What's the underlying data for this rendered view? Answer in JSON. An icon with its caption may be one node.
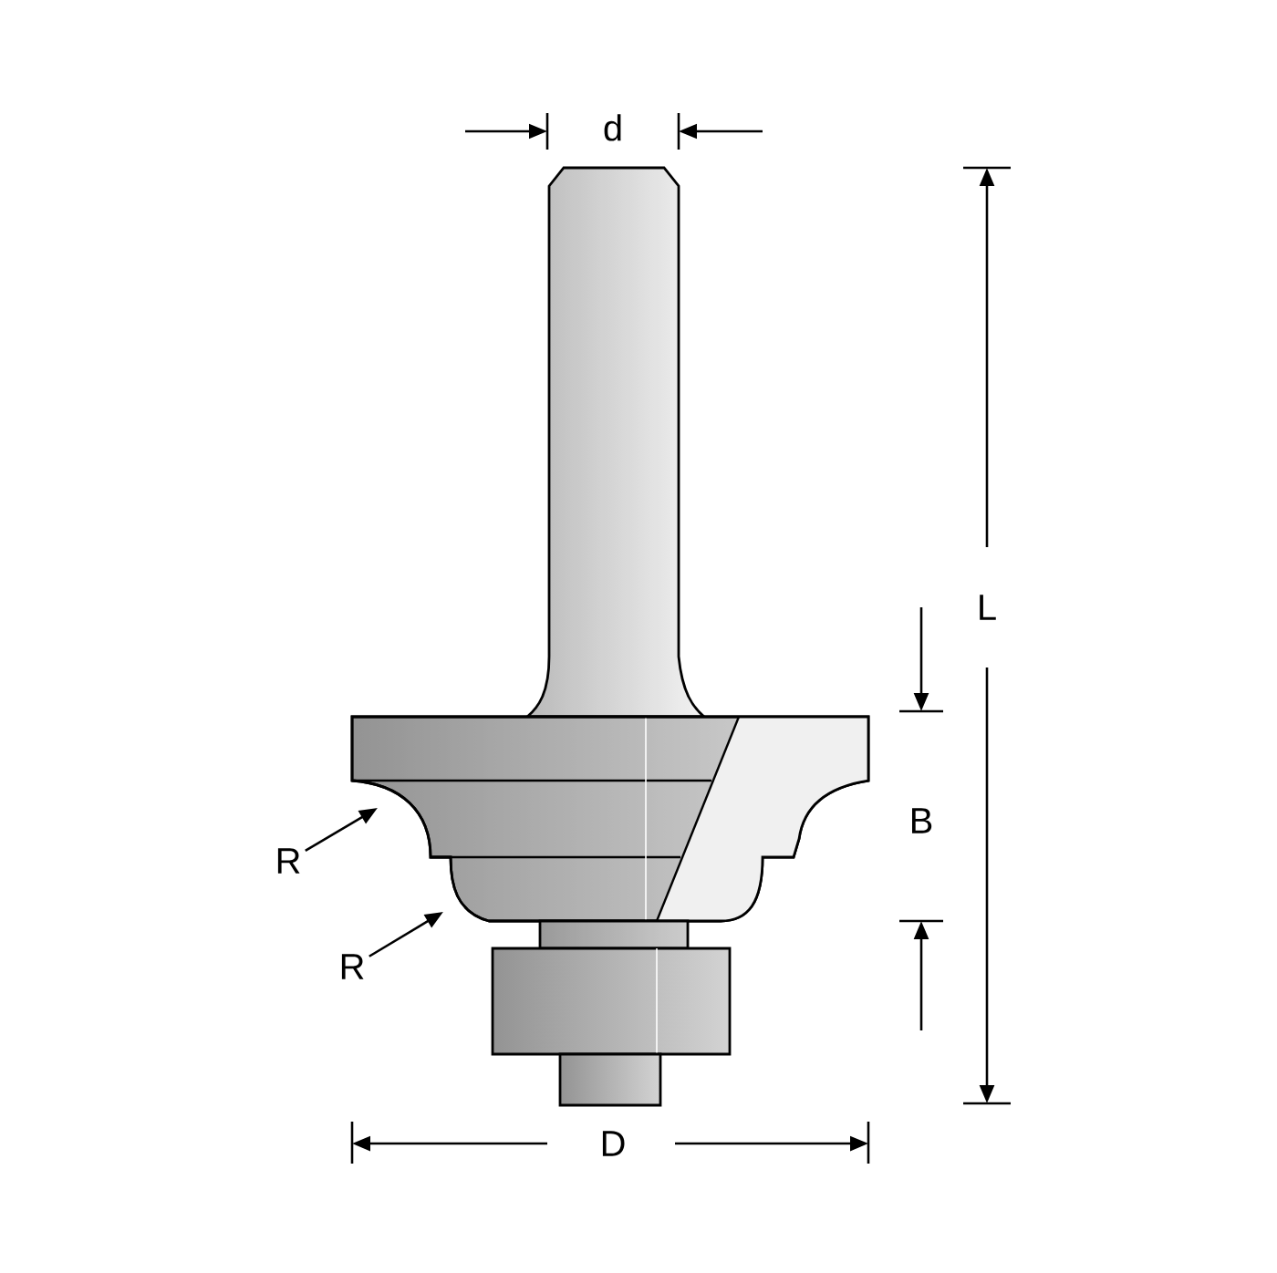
{
  "diagram": {
    "nodes": [
      {
        "text": [
          "R"
        ]
      },
      {
        "text": [
          "R"
        ]
      }
    ],
    "edges": [
      {
        "from": 0,
        "to": null,
        "arrow": "to"
      },
      {
        "from": 1,
        "to": null,
        "arrow": "to"
      }
    ],
    "labels": [
      "d",
      "L",
      "B",
      "D"
    ]
  }
}
